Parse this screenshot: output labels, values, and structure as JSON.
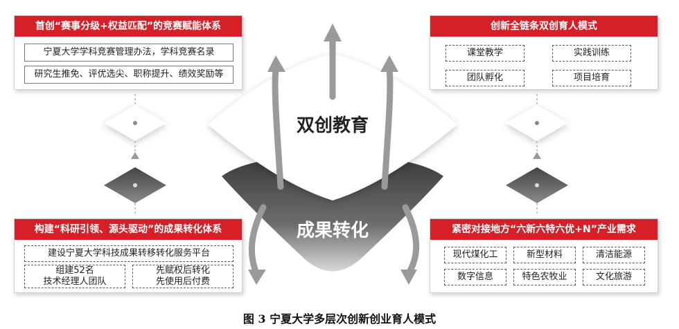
{
  "center": {
    "top_label": "双创教育",
    "bottom_label": "成果转化"
  },
  "top_left": {
    "title": "首创“赛事分级+权益匹配”的竞赛赋能体系",
    "rows": [
      "宁夏大学学科竞赛管理办法，学科竞赛名录",
      "研究生推免、评优选尖、职称提升、绩效奖励等"
    ]
  },
  "top_right": {
    "title": "创新全链条双创育人模式",
    "boxes": [
      "课堂教学",
      "实践训练",
      "项目培育",
      "团队孵化"
    ]
  },
  "bottom_left": {
    "title": "构建“科研引领、源头驱动”的成果转化体系",
    "row": "建设宁夏大学科技成果转移转化服务平台",
    "boxes": [
      {
        "line1": "组建52名",
        "line2": "技术经理人团队"
      },
      {
        "line1": "先赋权后转化",
        "line2": "先使用后付费"
      }
    ]
  },
  "bottom_right": {
    "title": "紧密对接地方“六新六特六优+N”产业需求",
    "boxes": [
      "现代煤化工",
      "新型材料",
      "清洁能源",
      "数字信息",
      "特色农牧业",
      "文化旅游"
    ]
  },
  "caption": "图 3  宁夏大学多层次创新创业育人模式",
  "colors": {
    "accent": "#d61f26",
    "diamond_dark": "#5a5a5a",
    "arrow": "#9a9a9a"
  }
}
